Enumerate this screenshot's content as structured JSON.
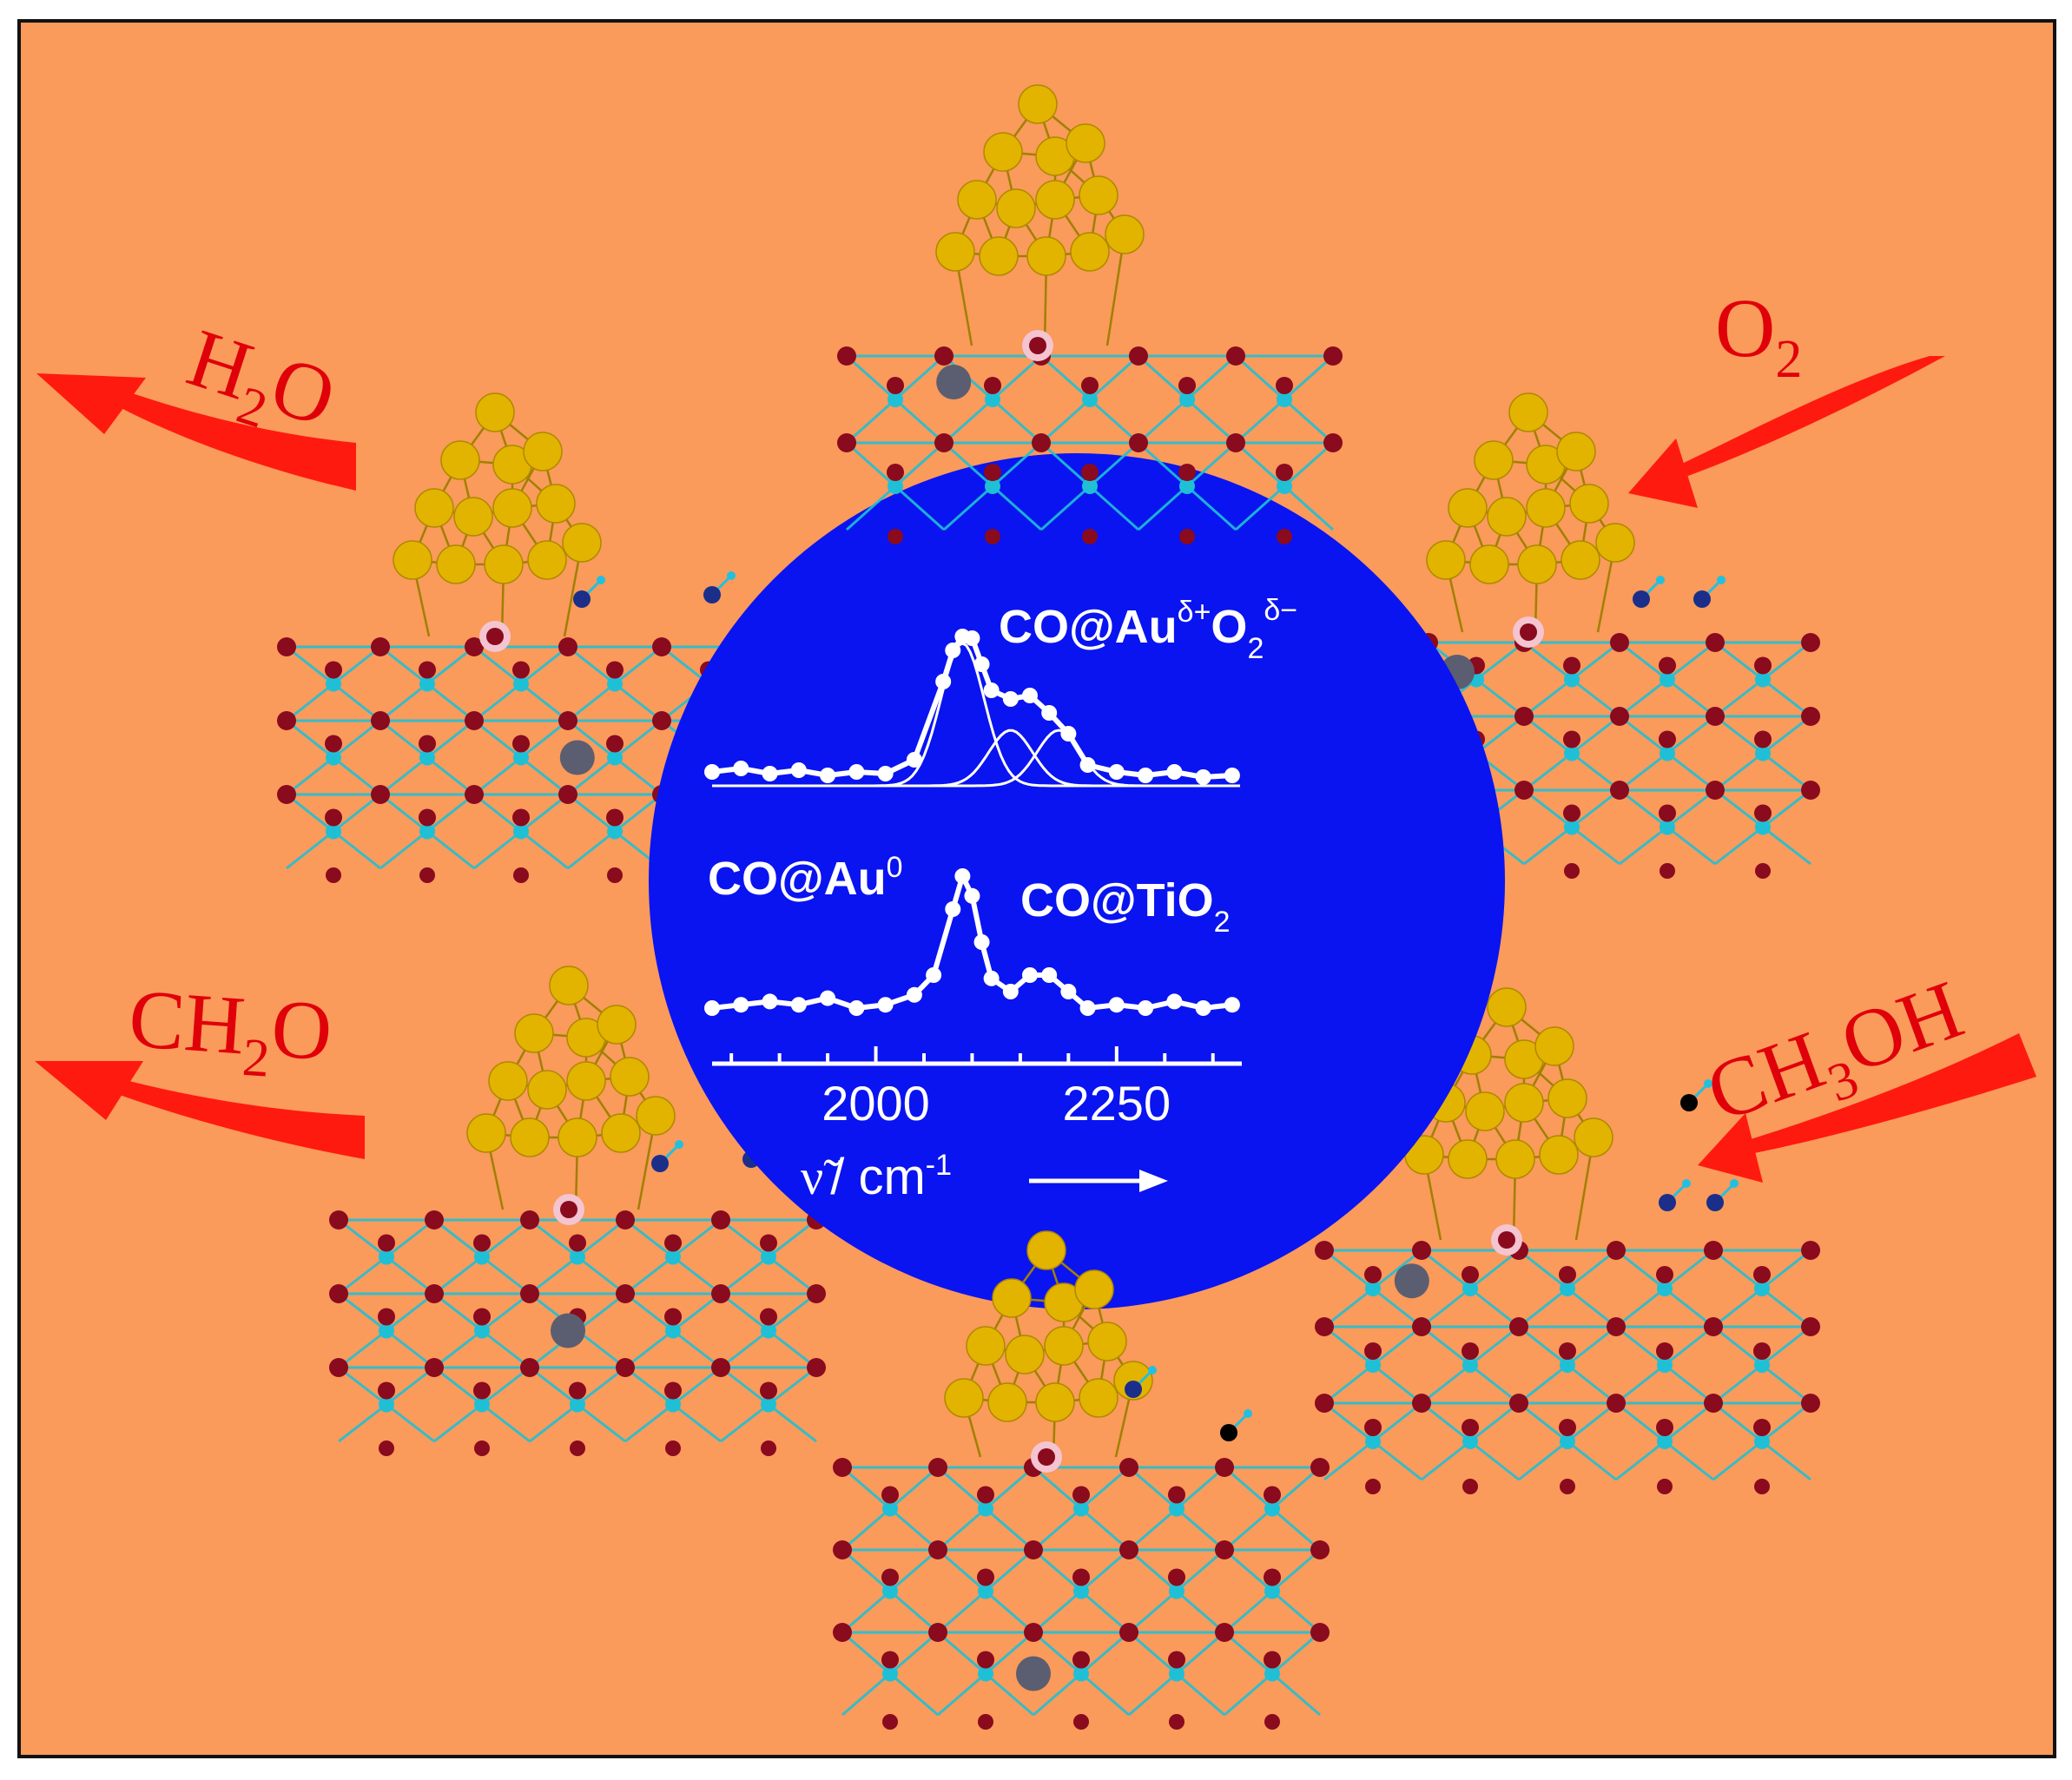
{
  "colors": {
    "background": "#fa9a5b",
    "circle": "#0a14f0",
    "arrow": "#ff1a10",
    "label": "#e0000a",
    "gold": "#e2b400",
    "oxygen": "#8a0a1e",
    "titanium": "#1fc0d6",
    "vacancy": "#5b5e70",
    "nitrogen": "#1b2e8a",
    "hydrogen": "#22c0e0",
    "spectrum": "#ffffff"
  },
  "labels": {
    "h2o": {
      "main": "H",
      "sub": "2",
      "tail": "O"
    },
    "o2": {
      "main": "O",
      "sub": "2"
    },
    "ch2o": {
      "main": "CH",
      "sub": "2",
      "tail": "O"
    },
    "ch3oh": {
      "main": "CH",
      "sub": "3",
      "tail": "OH"
    }
  },
  "spectrum": {
    "upper_label": {
      "main": "CO@Au",
      "sup": "δ+",
      "mid": "O",
      "sub": "2",
      "sup2": "δ−"
    },
    "lower_left_label": {
      "main": "CO@Au",
      "sup": "0"
    },
    "lower_right_label": {
      "main": "CO@TiO",
      "sub": "2"
    },
    "xaxis_symbol": "ν̃",
    "xaxis_unit": "/ cm",
    "xaxis_exp": "-1"
  },
  "chart_data": {
    "type": "line",
    "x_ticks": [
      "2000",
      "2250"
    ],
    "x_tick_values": [
      2000,
      2250
    ],
    "xlim": [
      1830,
      2380
    ],
    "series": [
      {
        "x": [
          1830,
          1860,
          1890,
          1920,
          1950,
          1980,
          2010,
          2040,
          2070,
          2080,
          2090,
          2100,
          2110,
          2120,
          2140,
          2160,
          2180,
          2200,
          2220,
          2250,
          2280,
          2310,
          2340,
          2370
        ],
        "y": [
          0.08,
          0.1,
          0.07,
          0.09,
          0.06,
          0.08,
          0.07,
          0.15,
          0.6,
          0.78,
          0.86,
          0.85,
          0.7,
          0.55,
          0.5,
          0.52,
          0.42,
          0.3,
          0.12,
          0.08,
          0.06,
          0.08,
          0.05,
          0.06
        ]
      },
      {
        "x": [
          1830,
          1860,
          1890,
          1920,
          1950,
          1980,
          2010,
          2040,
          2060,
          2080,
          2090,
          2100,
          2110,
          2120,
          2140,
          2160,
          2180,
          2200,
          2220,
          2250,
          2280,
          2310,
          2340,
          2370
        ],
        "y": [
          0.1,
          0.12,
          0.14,
          0.12,
          0.16,
          0.1,
          0.12,
          0.18,
          0.3,
          0.7,
          0.9,
          0.78,
          0.5,
          0.28,
          0.2,
          0.3,
          0.3,
          0.2,
          0.1,
          0.12,
          0.1,
          0.14,
          0.1,
          0.12
        ]
      }
    ],
    "fit_peaks": [
      {
        "center": 2090,
        "height": 0.82,
        "width": 32
      },
      {
        "center": 2140,
        "height": 0.32,
        "width": 32
      },
      {
        "center": 2190,
        "height": 0.32,
        "width": 32
      }
    ]
  }
}
